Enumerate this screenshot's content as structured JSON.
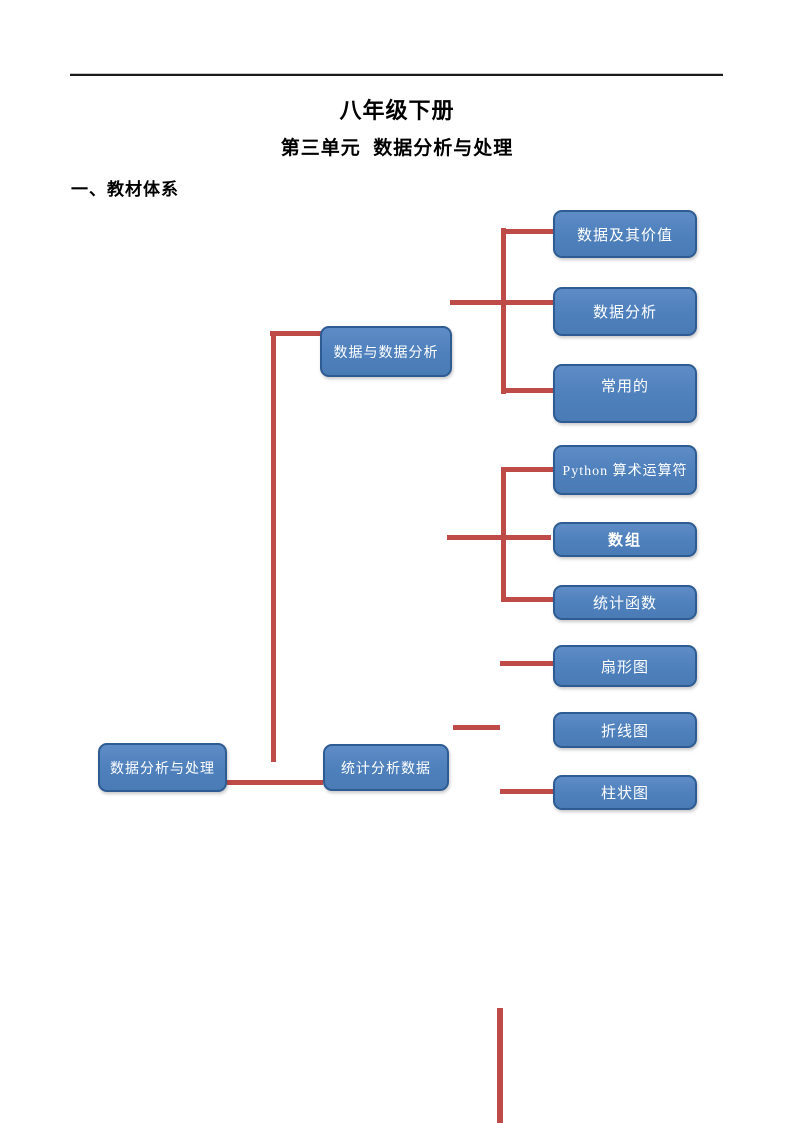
{
  "document": {
    "title": "八年级下册",
    "subtitle": "第三单元  数据分析与处理",
    "section_heading": "一、教材体系"
  },
  "diagram": {
    "root": {
      "label": "数据分析与处理"
    },
    "level2": [
      {
        "label": "数据与数据分析"
      },
      {
        "label": "统计分析数据"
      }
    ],
    "leaves": [
      {
        "label": "数据及其价值"
      },
      {
        "label": "数据分析"
      },
      {
        "label": "常用的"
      },
      {
        "label": "Python 算术运算符"
      },
      {
        "label": "数组"
      },
      {
        "label": "统计函数"
      },
      {
        "label": "扇形图"
      },
      {
        "label": "折线图"
      },
      {
        "label": "柱状图"
      }
    ]
  },
  "colors": {
    "node_fill": "#4f81bd",
    "node_border": "#2d5b92",
    "node_text": "#ffffff",
    "connector": "#be4b48",
    "header_rule": "#1a1a1a"
  }
}
